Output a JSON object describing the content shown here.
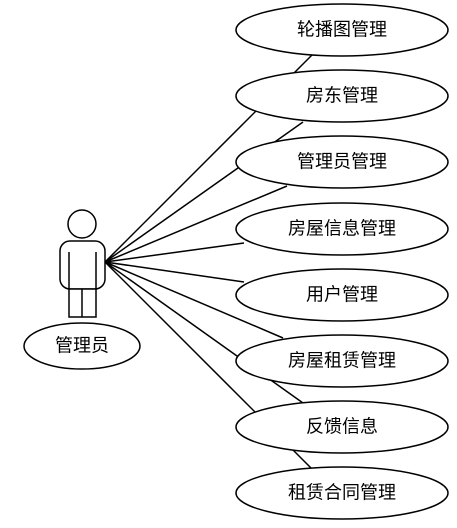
{
  "actor": {
    "label": "管理员"
  },
  "use_cases": [
    {
      "label": "轮播图管理"
    },
    {
      "label": "房东管理"
    },
    {
      "label": "管理员管理"
    },
    {
      "label": "房屋信息管理"
    },
    {
      "label": "用户管理"
    },
    {
      "label": "房屋租赁管理"
    },
    {
      "label": "反馈信息"
    },
    {
      "label": "租赁合同管理"
    }
  ]
}
